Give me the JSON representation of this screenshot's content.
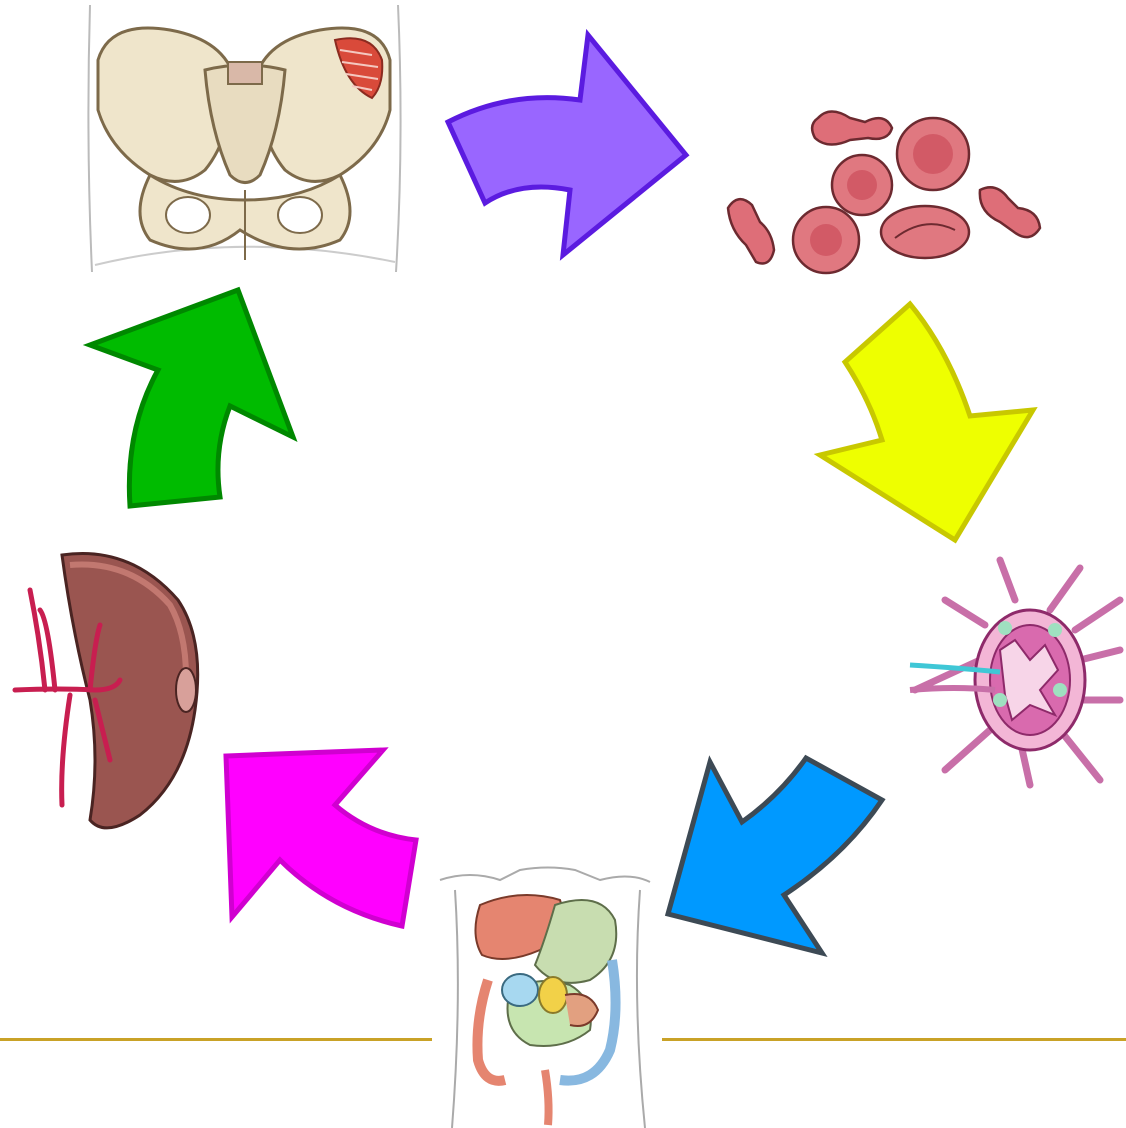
{
  "slide": {
    "baseline_color": "#C9A227"
  },
  "cycle": {
    "nodes": [
      {
        "id": "pelvic-bone",
        "icon": "pelvis-bone-marrow-illustration"
      },
      {
        "id": "red-blood-cells",
        "icon": "red-blood-cells-illustration"
      },
      {
        "id": "lymph-node",
        "icon": "lymph-node-illustration"
      },
      {
        "id": "abdomen-organs",
        "icon": "abdominal-organs-illustration"
      },
      {
        "id": "spleen",
        "icon": "spleen-illustration"
      }
    ],
    "arrows": [
      {
        "from": "pelvic-bone",
        "to": "red-blood-cells",
        "fill": "#9966FF",
        "stroke": "#5B1BE0"
      },
      {
        "from": "red-blood-cells",
        "to": "lymph-node",
        "fill": "#EEFF00",
        "stroke": "#C8C800"
      },
      {
        "from": "lymph-node",
        "to": "abdomen-organs",
        "fill": "#0099FF",
        "stroke": "#3D4A55"
      },
      {
        "from": "abdomen-organs",
        "to": "spleen",
        "fill": "#FF00FF",
        "stroke": "#D000D0"
      },
      {
        "from": "spleen",
        "to": "pelvic-bone",
        "fill": "#00BB00",
        "stroke": "#008800"
      }
    ]
  }
}
